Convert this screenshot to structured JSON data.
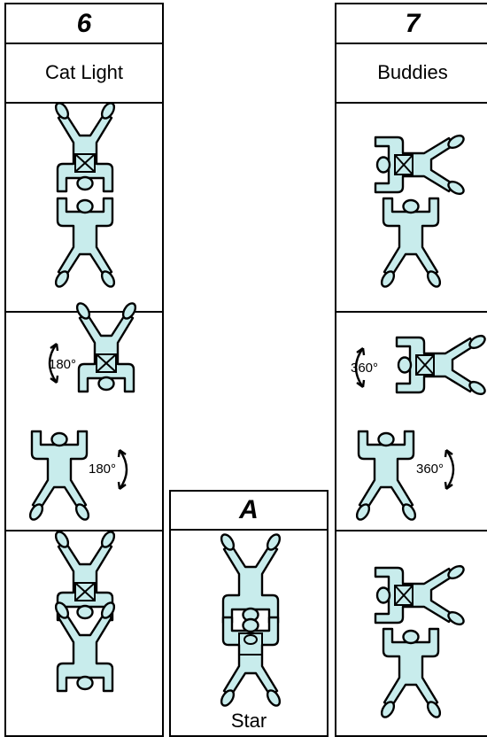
{
  "formations": [
    {
      "number": "6",
      "name": "Cat Light",
      "rotations": [
        "180°",
        "180°"
      ]
    },
    {
      "number": "7",
      "name": "Buddies",
      "rotations": [
        "360°",
        "360°"
      ]
    },
    {
      "number": "A",
      "name": "Star"
    }
  ],
  "colors": {
    "figure_fill": "#c8ecec",
    "outline": "#000000"
  }
}
